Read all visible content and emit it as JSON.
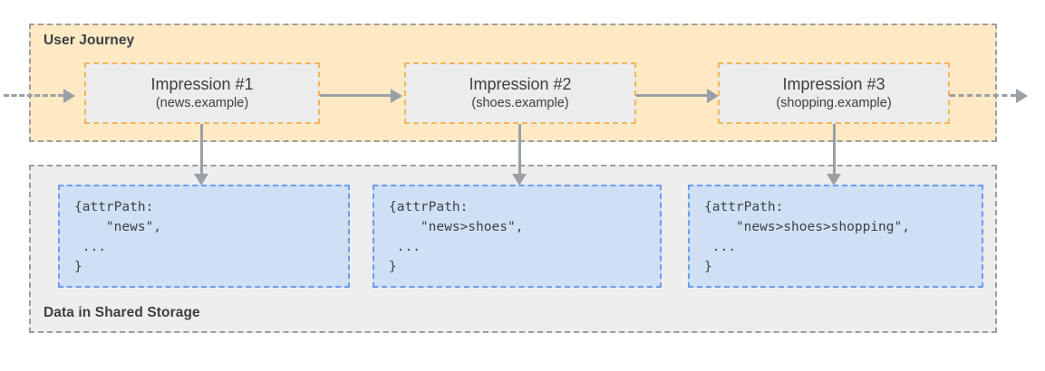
{
  "diagram": {
    "journey": {
      "label": "User Journey",
      "impressions": [
        {
          "title": "Impression #1",
          "subtitle": "(news.example)"
        },
        {
          "title": "Impression #2",
          "subtitle": "(shoes.example)"
        },
        {
          "title": "Impression #3",
          "subtitle": "(shopping.example)"
        }
      ]
    },
    "storage": {
      "label": "Data in Shared Storage",
      "records": [
        {
          "code": "{attrPath:\n    \"news\",\n ...\n}"
        },
        {
          "code": "{attrPath:\n    \"news>shoes\",\n ...\n}"
        },
        {
          "code": "{attrPath:\n    \"news>shoes>shopping\",\n ...\n}"
        }
      ]
    },
    "colors": {
      "journey_fill": "#fde9c4",
      "storage_fill": "#eeeeee",
      "impression_fill": "#ececec",
      "impression_border": "#f5b556",
      "record_fill": "#cfe0f5",
      "record_border": "#6c9bea",
      "connector": "#9aa0a6",
      "container_border": "#9e9e9e",
      "text": "#3c4043"
    }
  }
}
